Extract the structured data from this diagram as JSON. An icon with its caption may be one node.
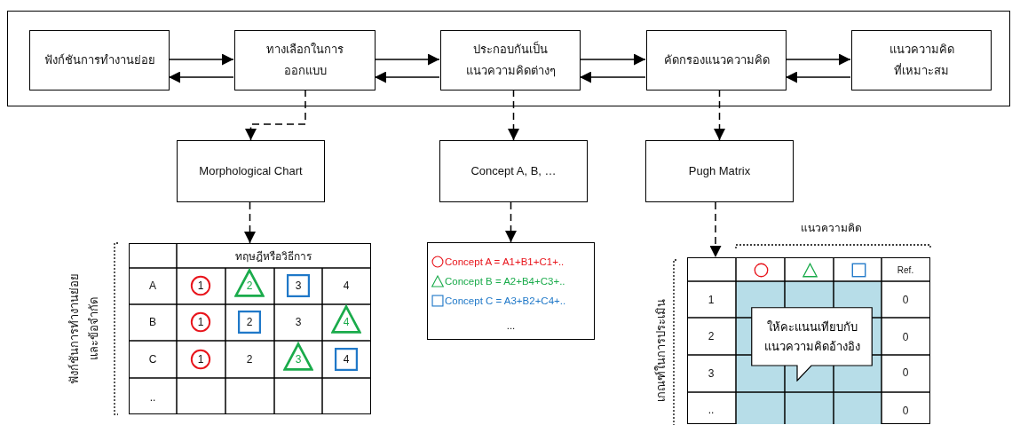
{
  "diagram": {
    "nodes": [
      {
        "text": [],
        "shape": "box"
      },
      {
        "text": [
          "ฟังก์ชันการทำงานย่อย"
        ],
        "in": 0
      },
      {
        "text": [
          "ทางเลือกในการ ออกแบบ"
        ],
        "in": 0
      },
      {
        "text": [
          "ประกอบกันเป็น แนวความคิดต่างๆ"
        ],
        "in": 0
      },
      {
        "text": [
          "คัดกรองแนวความคิด"
        ],
        "in": 0
      },
      {
        "text": [
          "แนวความคิด ที่เหมาะสม"
        ],
        "in": 0
      },
      {
        "text": [
          "Morphological Chart"
        ]
      },
      {
        "text": [
          "Concept A, B, …"
        ]
      },
      {
        "text": [
          "Pugh Matrix"
        ]
      },
      {
        "text": [],
        "shape": "box"
      },
      {
        "text": [
          "Concept A = A1+B1+C1+..",
          "Concept B = A2+B4+C3+..",
          "Concept C = A3+B2+C4+..",
          "..."
        ]
      },
      {
        "text": [],
        "shape": "box"
      },
      {
        "text": [
          "ให้คะแนนเทียบกับ แนวความคิดอ้างอิง"
        ],
        "in": 11
      }
    ],
    "edges": [
      {
        "from": 1,
        "to": 2,
        "arrow": "to"
      },
      {
        "from": 2,
        "to": 1,
        "arrow": "to"
      },
      {
        "from": 2,
        "to": 3,
        "arrow": "to"
      },
      {
        "from": 3,
        "to": 2,
        "arrow": "to"
      },
      {
        "from": 3,
        "to": 4,
        "arrow": "to"
      },
      {
        "from": 4,
        "to": 3,
        "arrow": "to"
      },
      {
        "from": 4,
        "to": 5,
        "arrow": "to"
      },
      {
        "from": 5,
        "to": 4,
        "arrow": "to"
      },
      {
        "from": 2,
        "to": 6,
        "arrow": "to",
        "style": "dashed"
      },
      {
        "from": 3,
        "to": 7,
        "arrow": "to",
        "style": "dashed"
      },
      {
        "from": 4,
        "to": 8,
        "arrow": "to",
        "style": "dashed"
      },
      {
        "from": 6,
        "to": 9,
        "arrow": "to",
        "style": "dashed"
      },
      {
        "from": 7,
        "to": 10,
        "arrow": "to",
        "style": "dashed"
      },
      {
        "from": 8,
        "to": 11,
        "arrow": "to",
        "style": "dashed"
      }
    ],
    "labels": [
      "ฟังก์ชันการทำงานย่อย และข้อจำกัด",
      "ทฤษฎีหรือวิธีการ",
      "A",
      "1",
      "2",
      "3",
      "4",
      "B",
      "1",
      "2",
      "3",
      "4",
      "C",
      "1",
      "2",
      "3",
      "4",
      "..",
      "แนวความคิด",
      "เกณฑ์ในการประเมิน",
      "Ref.",
      "1",
      "0",
      "2",
      "0",
      "3",
      "0",
      "..",
      "0"
    ]
  }
}
